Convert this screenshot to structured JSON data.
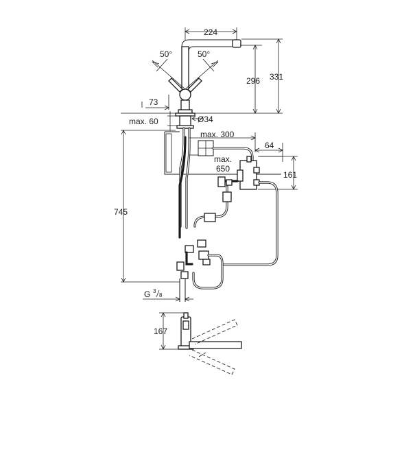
{
  "dimensions": {
    "spout_reach": "224",
    "angle_left": "50°",
    "angle_right": "50°",
    "spout_height": "296",
    "total_height": "331",
    "handle_offset": "73",
    "base_diameter": "Ø34",
    "max_deck_thickness": "max. 60",
    "max_hose_reach": "max. 300",
    "box_offset": "64",
    "max_depth_label": "max.",
    "max_depth_value": "650",
    "box_height": "161",
    "hose_length": "745",
    "thread_prefix": "G",
    "thread_num": "3",
    "thread_den": "8",
    "side_height": "167"
  }
}
